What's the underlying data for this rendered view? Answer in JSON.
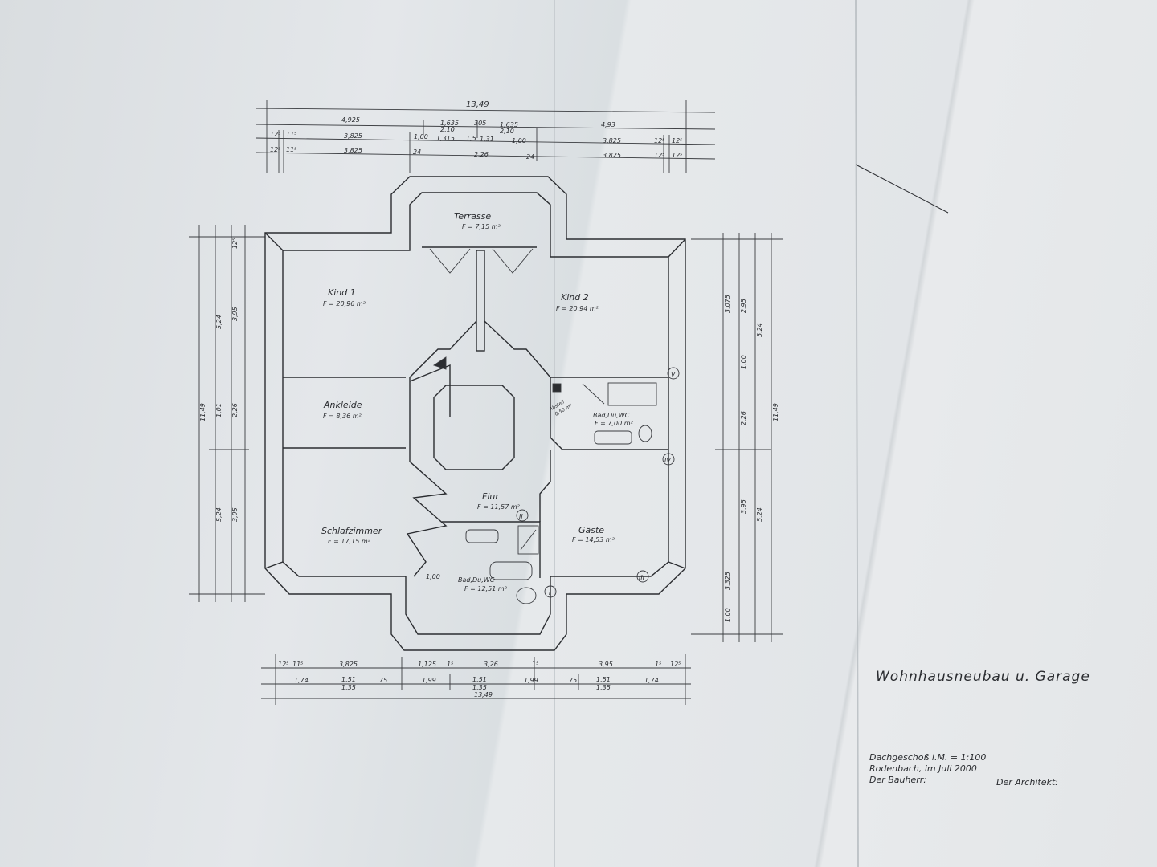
{
  "drawing": {
    "rooms": [
      {
        "name": "Terrasse",
        "area": "F = 7,15 m²"
      },
      {
        "name": "Kind 1",
        "area": "F = 20,96 m²"
      },
      {
        "name": "Kind 2",
        "area": "F = 20,94 m²"
      },
      {
        "name": "Ankleide",
        "area": "F = 8,36 m²"
      },
      {
        "name": "Bad,Du,WC",
        "area": "F = 7,00 m²"
      },
      {
        "name": "Flur",
        "area": "F = 11,57 m²"
      },
      {
        "name": "Schlafzimmer",
        "area": "F = 17,15 m²"
      },
      {
        "name": "Gäste",
        "area": "F = 14,53 m²"
      },
      {
        "name": "Bad,Du,WC",
        "area": "F = 12,51 m²"
      },
      {
        "name": "Abstell",
        "area": "0,50 m²"
      }
    ],
    "top_dimensions": {
      "overall": "13,49",
      "row1": [
        "4,925",
        "1,635",
        "2,10",
        "305",
        "1,635",
        "2,10",
        "4,93"
      ],
      "row2": [
        "12⁵",
        "11⁵",
        "3,825",
        "1,00",
        "1,315",
        "1,5",
        "1,31",
        "1,00",
        "3,825",
        "12⁵",
        "12⁵"
      ],
      "row3": [
        "12⁵",
        "11⁵",
        "3,825",
        "24",
        "2,26",
        "24",
        "3,825",
        "12⁵",
        "12⁵"
      ]
    },
    "bottom_dimensions": {
      "row1": [
        "12⁵",
        "11⁵",
        "3,825",
        "1,125",
        "1⁵",
        "3,26",
        "1⁵",
        "3,95",
        "1⁵",
        "12⁵"
      ],
      "row2": [
        "1,74",
        "1,51",
        "1,35",
        "75",
        "1,99",
        "1,51",
        "1,35",
        "1,99",
        "75",
        "1,51",
        "1,35",
        "1,74"
      ],
      "overall": "13,49"
    },
    "left_dimensions": [
      "11,49",
      "5,24",
      "5,24",
      "3,95",
      "3,95",
      "1,01",
      "2,26",
      "12⁵"
    ],
    "right_dimensions": [
      "11,49",
      "5,24",
      "5,24",
      "3,075",
      "2,95",
      "1,00",
      "2,26",
      "3,95",
      "3,325",
      "1,00"
    ],
    "inline_dim": "1,00",
    "section_marks": [
      "I",
      "II",
      "III",
      "IV",
      "V"
    ]
  },
  "title_block": {
    "title": "Wohnhausneubau u. Garage",
    "line1": "Dachgeschoß i.M. = 1:100",
    "line2": "Rodenbach, im Juli 2000",
    "owner_label": "Der Bauherr:",
    "architect_label": "Der Architekt:"
  },
  "colors": {
    "paper": "#e2e5e8",
    "ink": "#2b2d31"
  }
}
